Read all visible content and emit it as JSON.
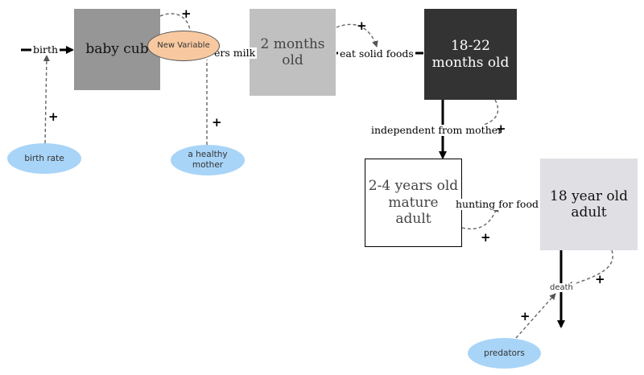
{
  "stocks": {
    "baby_cub": {
      "label": "baby cub",
      "fill": "#969696",
      "text_color": "#111111"
    },
    "two_months": {
      "label": "2 months\nold",
      "fill": "#c0c0c0",
      "text_color": "#444444"
    },
    "eighteen_22": {
      "label": "18-22\nmonths old",
      "fill": "#333333",
      "text_color": "#ffffff"
    },
    "two_four_years": {
      "label": "2-4 years old\nmature\nadult",
      "fill": "#ffffff",
      "text_color": "#444444"
    },
    "eighteen_year": {
      "label": "18 year old\nadult",
      "fill": "#e0dfe4",
      "text_color": "#111111"
    }
  },
  "flows": {
    "birth": "birth",
    "drinks_mothers_milk": "ers milk",
    "eat_solid_foods": "eat solid foods",
    "independent_from_mother": "independent from mother",
    "hunting_for_food": "hunting for food",
    "death": "death"
  },
  "variables": {
    "birth_rate": {
      "label": "birth rate",
      "fill": "#a8d4f8"
    },
    "a_healthy_mother": {
      "label": "a healthy\nmother",
      "fill": "#a8d4f8"
    },
    "predators": {
      "label": "predators",
      "fill": "#a8d4f8"
    },
    "new_variable": {
      "label": "New Variable",
      "fill": "#f8c9a0",
      "border": "#555555"
    }
  },
  "polarity": "+"
}
